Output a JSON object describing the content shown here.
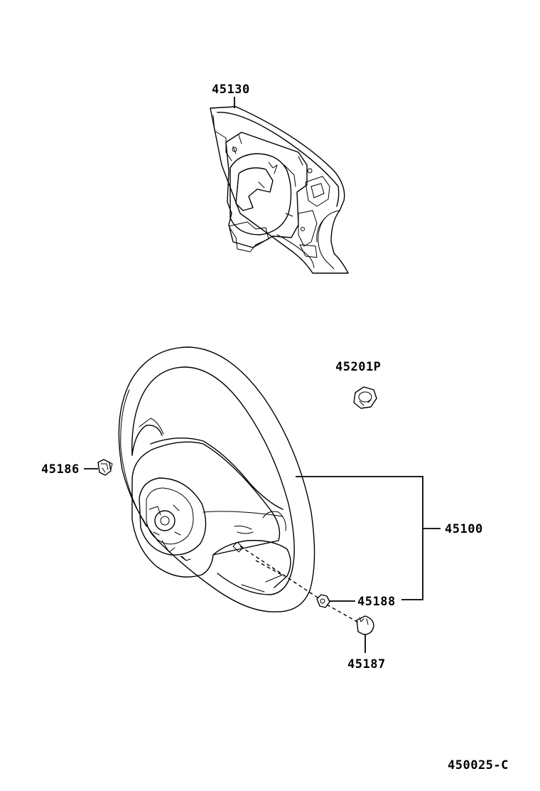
{
  "parts": {
    "airbag_pad": "45130",
    "nut": "45201P",
    "clip_left": "45186",
    "steering_wheel_assy": "45100",
    "cover_screw": "45188",
    "cover": "45187"
  },
  "diagram_code": "450025-C"
}
